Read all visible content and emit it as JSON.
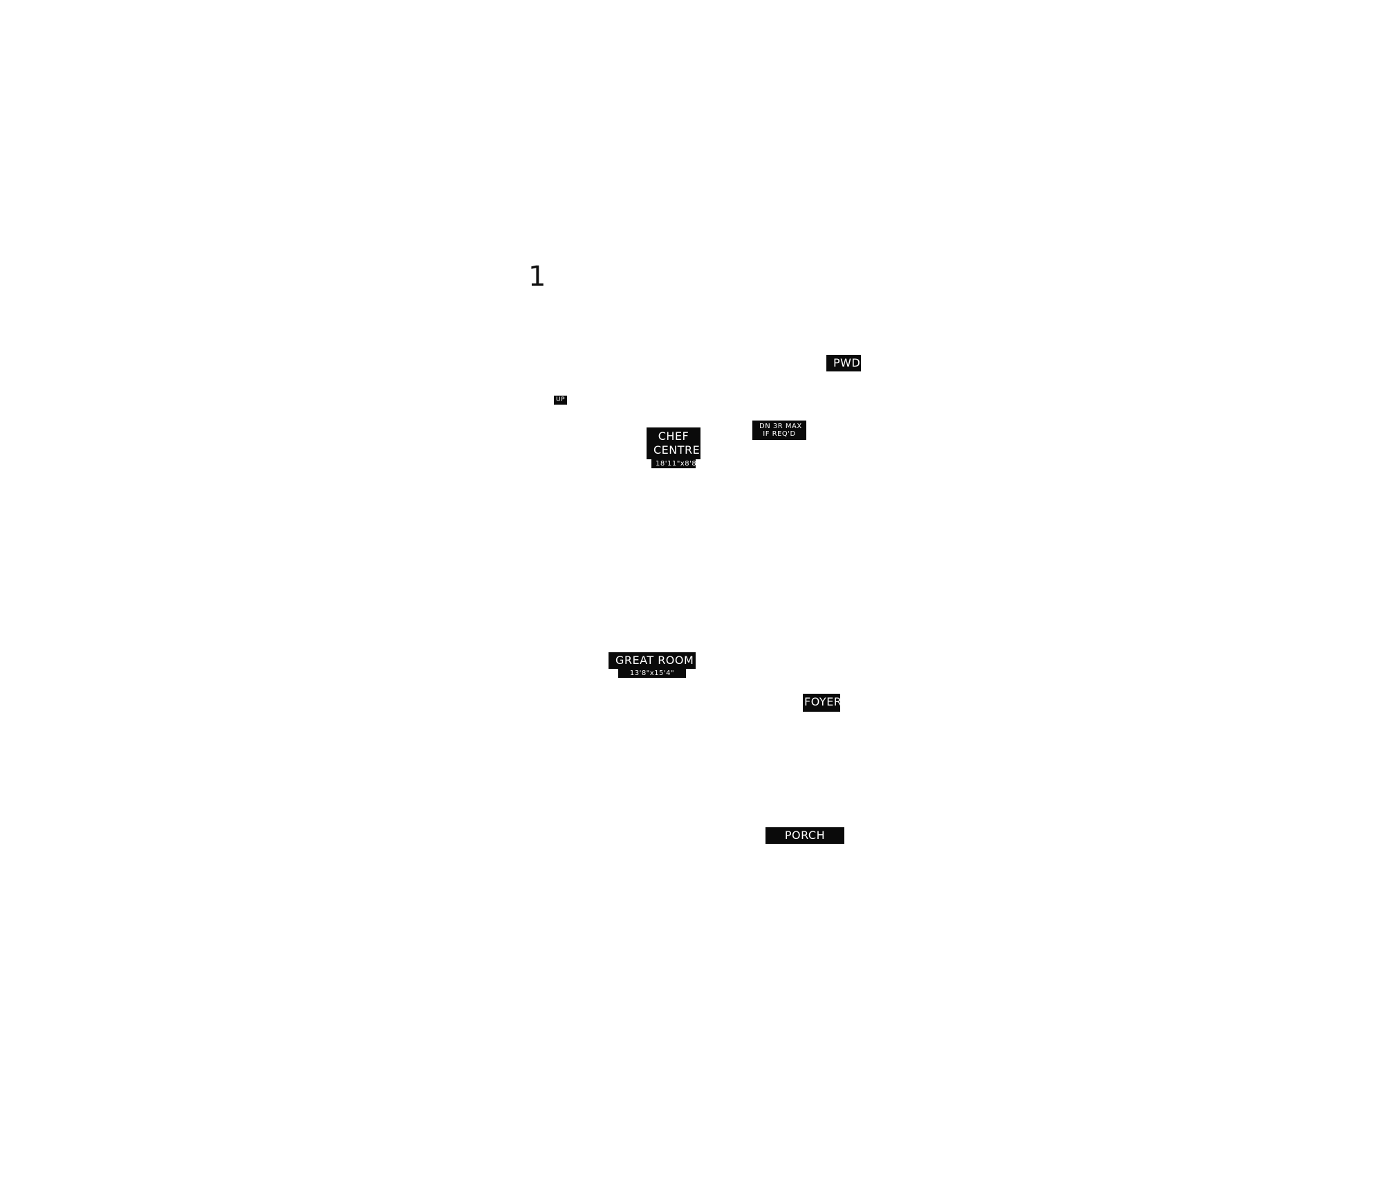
{
  "plan": {
    "number": "1"
  },
  "rooms": {
    "pwd": {
      "name": "PWD."
    },
    "chef_centre": {
      "name_line1": "CHEF",
      "name_line2": "CENTRE",
      "dimensions": "18'11\"x8'8\""
    },
    "great_room": {
      "name": "GREAT ROOM",
      "dimensions": "13'8\"x15'4\""
    },
    "foyer": {
      "name": "FOYER"
    },
    "porch": {
      "name": "PORCH"
    }
  },
  "stairs": {
    "up": {
      "label": "UP"
    },
    "down": {
      "line1": "DN 3R MAX",
      "line2": "IF REQ'D"
    }
  },
  "colors": {
    "background": "#ffffff",
    "label_fill": "#0a0a0a",
    "label_text": "#ffffff"
  }
}
